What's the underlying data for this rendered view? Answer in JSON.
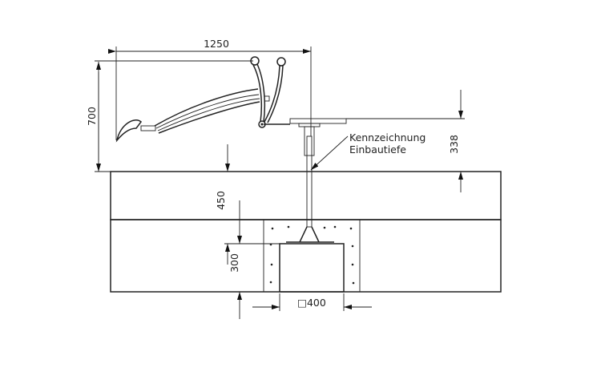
{
  "dimensions": {
    "width_total": "1250",
    "height_total": "700",
    "platform_height": "338",
    "install_depth": "450",
    "foundation_depth": "300",
    "foundation_size": "400",
    "foundation_size_symbol": "□"
  },
  "annotation": {
    "line1": "Kennzeichnung",
    "line2": "Einbautiefe"
  }
}
